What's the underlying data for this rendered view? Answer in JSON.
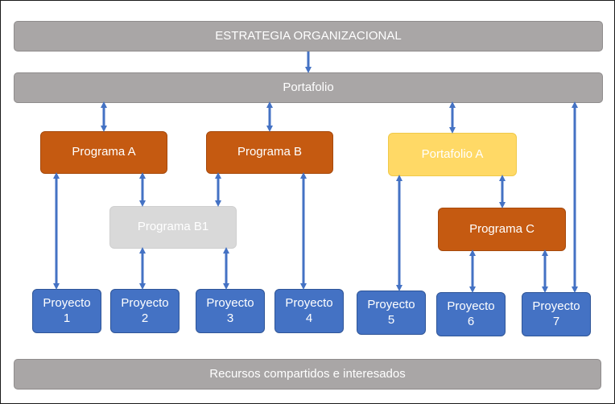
{
  "diagram": {
    "strategy": "ESTRATEGIA ORGANIZACIONAL",
    "portfolio": "Portafolio",
    "program_a": "Programa A",
    "program_b": "Programa B",
    "program_b1": "Programa B1",
    "portfolio_a": "Portafolio A",
    "program_c": "Programa C",
    "projects": [
      {
        "label": "Proyecto",
        "number": "1"
      },
      {
        "label": "Proyecto",
        "number": "2"
      },
      {
        "label": "Proyecto",
        "number": "3"
      },
      {
        "label": "Proyecto",
        "number": "4"
      },
      {
        "label": "Proyecto",
        "number": "5"
      },
      {
        "label": "Proyecto",
        "number": "6"
      },
      {
        "label": "Proyecto",
        "number": "7"
      }
    ],
    "resources": "Recursos compartidos e interesados"
  },
  "colors": {
    "bar": "#a9a6a6",
    "program": "#c55a11",
    "portfolio_a": "#ffd966",
    "program_b1": "#d9d9d9",
    "project": "#4472c4",
    "arrow": "#4472c4"
  }
}
